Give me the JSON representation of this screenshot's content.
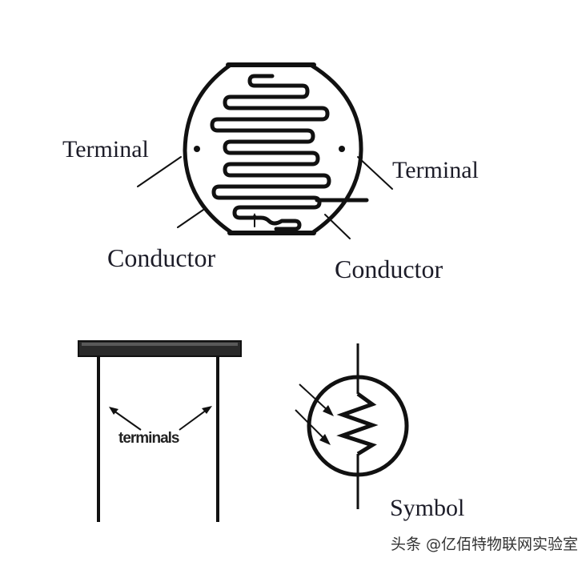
{
  "diagram": {
    "subject": "Light dependent resistor (photoresistor)",
    "top_view": {
      "labels": {
        "terminal_left": "Terminal",
        "terminal_right": "Terminal",
        "conductor_left": "Conductor",
        "conductor_right": "Conductor"
      }
    },
    "side_view": {
      "labels": {
        "terminals": "terminals"
      }
    },
    "circuit_symbol": {
      "label": "Symbol"
    },
    "colors": {
      "ink": "#111111",
      "text": "#1c1c28",
      "background": "#ffffff"
    }
  },
  "watermark": "头条 @亿佰特物联网实验室"
}
